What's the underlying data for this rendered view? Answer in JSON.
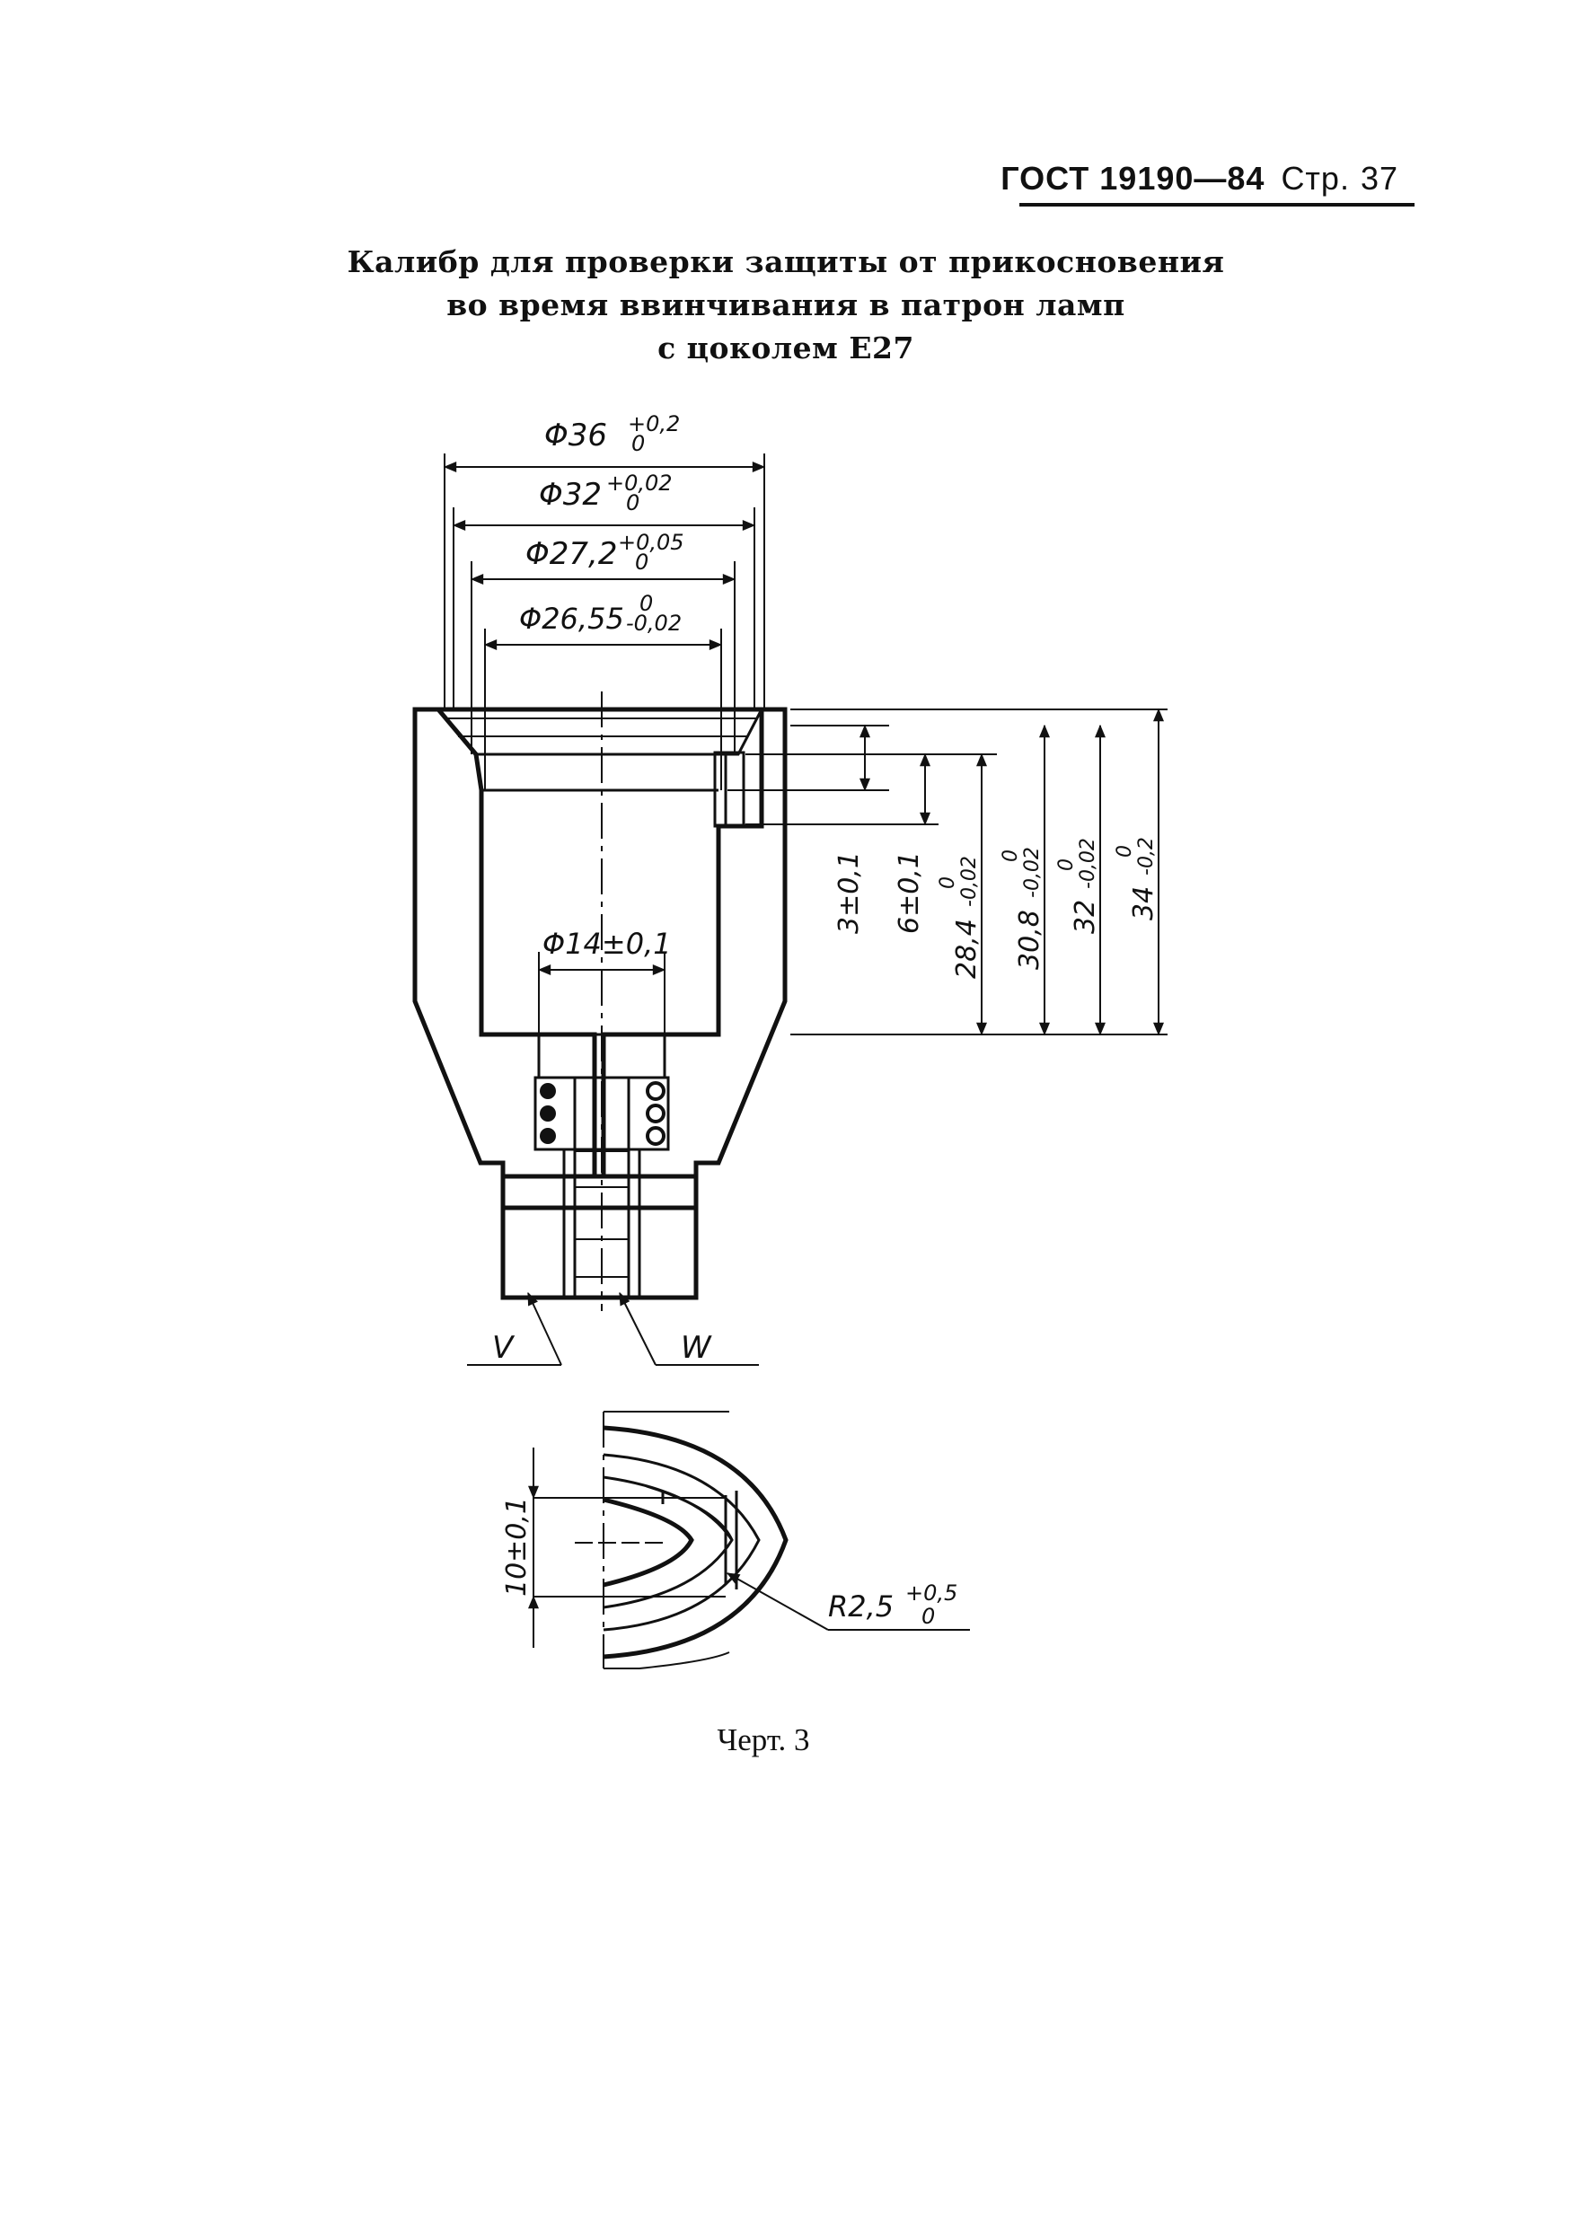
{
  "header": {
    "standard": "ГОСТ 19190—84",
    "page_label": "Стр.",
    "page_number": "37"
  },
  "title": {
    "line1": "Калибр для проверки защиты  от прикосновения",
    "line2": "во время ввинчивания в патрон ламп",
    "line3": "с цоколем Е27"
  },
  "dimensions": {
    "d36": {
      "base": "Φ36",
      "upper": "+0,2",
      "lower": "0"
    },
    "d32": {
      "base": "Φ32",
      "upper": "+0,02",
      "lower": "0"
    },
    "d27": {
      "base": "Φ27,2",
      "upper": "+0,05",
      "lower": "0"
    },
    "d26": {
      "base": "Φ26,55",
      "upper": "0",
      "lower": "-0,02"
    },
    "d14": {
      "label": "Φ14±0,1"
    },
    "h3": {
      "label": "3±0,1"
    },
    "h6": {
      "label": "6±0,1"
    },
    "h28": {
      "base": "28,4",
      "upper": "0",
      "lower": "-0,02"
    },
    "h30": {
      "base": "30,8",
      "upper": "0",
      "lower": "-0,02"
    },
    "h32": {
      "base": "32",
      "upper": "0",
      "lower": "-0,02"
    },
    "h34": {
      "base": "34",
      "upper": "0",
      "lower": "-0,2"
    },
    "h10": {
      "label": "10±0,1"
    },
    "r25": {
      "base": "R2,5",
      "upper": "+0,5",
      "lower": "0"
    }
  },
  "labels": {
    "v": "V",
    "w": "W"
  },
  "caption": "Черт. 3"
}
